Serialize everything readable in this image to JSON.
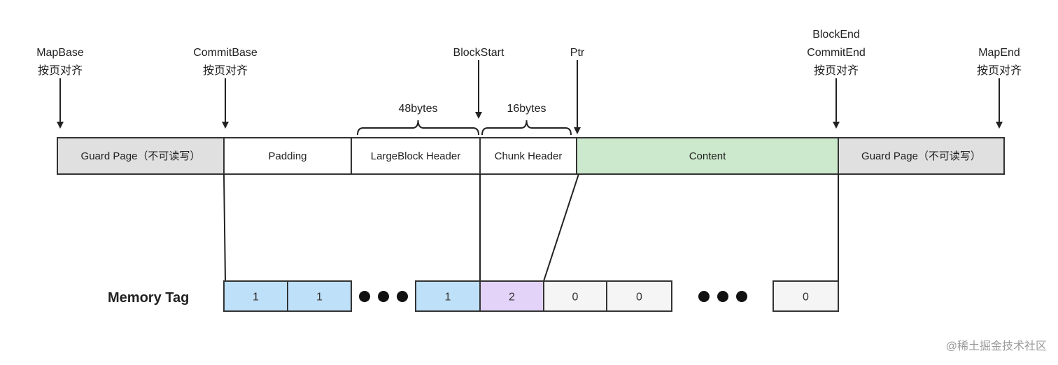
{
  "markers": [
    {
      "id": "mapbase",
      "lines": [
        "MapBase",
        "按页对齐"
      ]
    },
    {
      "id": "commitbase",
      "lines": [
        "CommitBase",
        "按页对齐"
      ]
    },
    {
      "id": "blockstart",
      "lines": [
        "BlockStart"
      ]
    },
    {
      "id": "ptr",
      "lines": [
        "Ptr"
      ]
    },
    {
      "id": "commitend",
      "lines": [
        "BlockEnd",
        "CommitEnd",
        "按页对齐"
      ]
    },
    {
      "id": "mapend",
      "lines": [
        "MapEnd",
        "按页对齐"
      ]
    }
  ],
  "braces": [
    {
      "id": "largeblock-header",
      "label": "48bytes"
    },
    {
      "id": "chunk-header",
      "label": "16bytes"
    }
  ],
  "segments": [
    {
      "id": "guard-left",
      "label": "Guard Page（不可读写）",
      "color": "#e0e0e0"
    },
    {
      "id": "padding",
      "label": "Padding",
      "color": "#ffffff"
    },
    {
      "id": "largeblock-header",
      "label": "LargeBlock Header",
      "color": "#ffffff"
    },
    {
      "id": "chunk-header",
      "label": "Chunk Header",
      "color": "#ffffff"
    },
    {
      "id": "content",
      "label": "Content",
      "color": "#cde9cd"
    },
    {
      "id": "guard-right",
      "label": "Guard Page（不可读写）",
      "color": "#e0e0e0"
    }
  ],
  "memory_tag": {
    "title": "Memory Tag",
    "cells": [
      {
        "value": "1",
        "color": "#bfe0f9"
      },
      {
        "value": "1",
        "color": "#bfe0f9"
      },
      {
        "value": "1",
        "color": "#bfe0f9"
      },
      {
        "value": "2",
        "color": "#e3d3f9"
      },
      {
        "value": "0",
        "color": "#f5f5f5"
      },
      {
        "value": "0",
        "color": "#f5f5f5"
      },
      {
        "value": "0",
        "color": "#f5f5f5"
      }
    ]
  },
  "watermark": "@稀土掘金技术社区"
}
